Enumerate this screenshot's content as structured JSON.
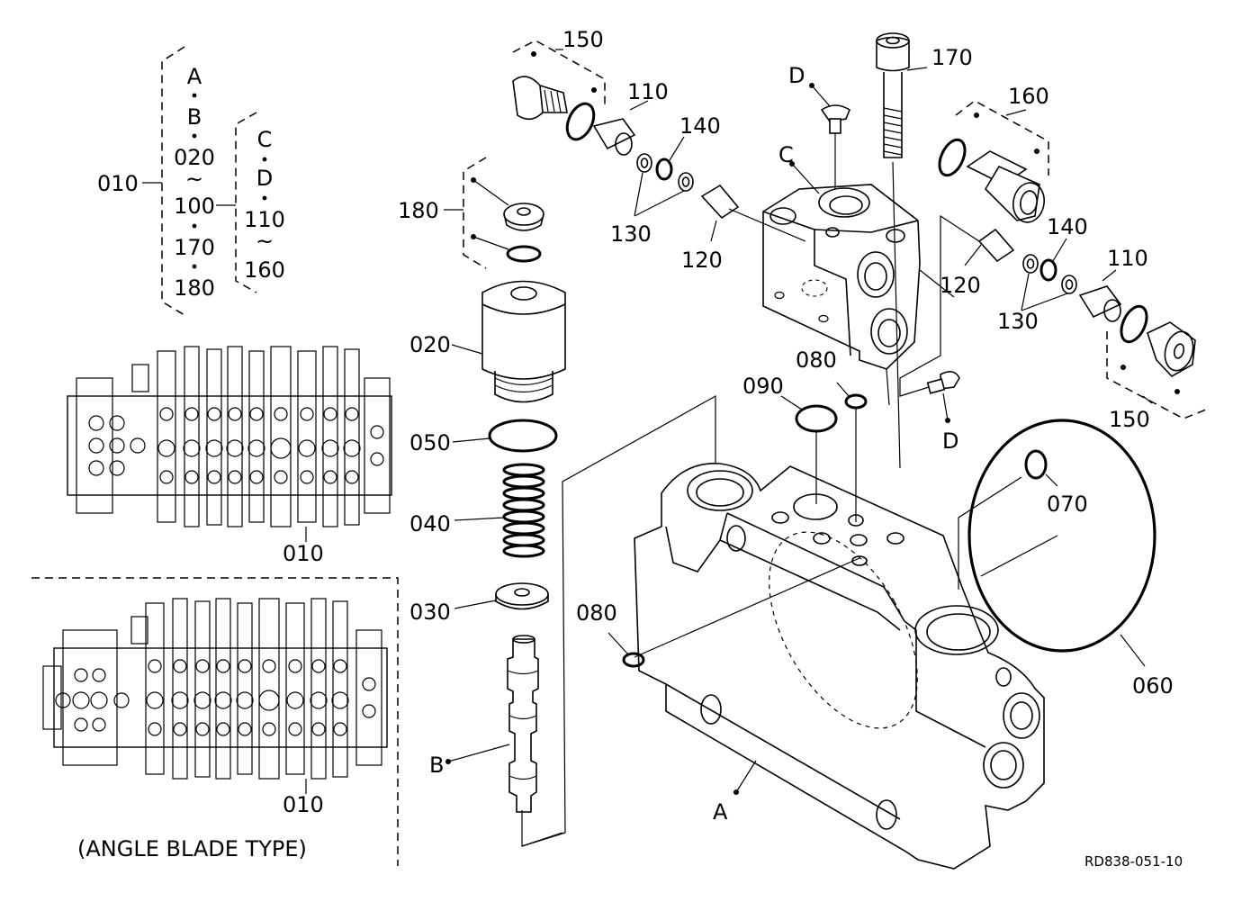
{
  "labels": {
    "p010": "010",
    "p010_valve1": "010",
    "p010_valve2": "010",
    "p020": "020",
    "p030": "030",
    "p040": "040",
    "p050": "050",
    "p060": "060",
    "p070": "070",
    "p080_top": "080",
    "p080_left": "080",
    "p090": "090",
    "p110_top": "110",
    "p110_right": "110",
    "p120_top": "120",
    "p120_right": "120",
    "p130_top": "130",
    "p130_right": "130",
    "p140_top": "140",
    "p140_right": "140",
    "p150_top": "150",
    "p150_bottom": "150",
    "p160": "160",
    "p170": "170",
    "p180": "180",
    "ref_A": "A",
    "ref_B": "B",
    "ref_C": "C",
    "ref_D_top": "D",
    "ref_D_bottom": "D"
  },
  "bracket_left": [
    "A",
    "B",
    "020",
    "~",
    "100",
    "170",
    "180"
  ],
  "bracket_right": [
    "C",
    "D",
    "110",
    "~",
    "160"
  ],
  "caption": "(ANGLE BLADE TYPE)",
  "drawing_number": "RD838-051-10"
}
